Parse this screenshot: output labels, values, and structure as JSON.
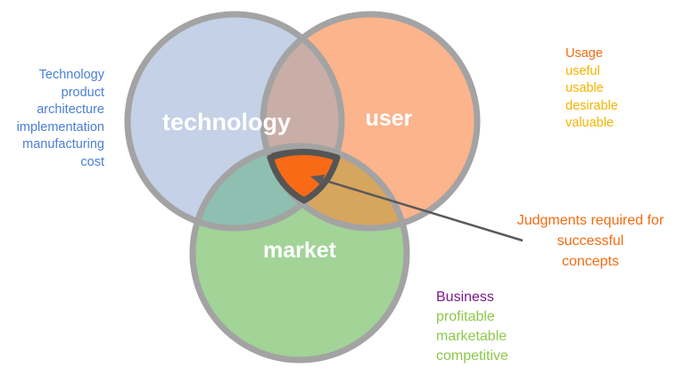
{
  "circles": {
    "technology": {
      "label": "technology",
      "fill": "#c4d1e6",
      "stroke": "#a3a3a3"
    },
    "user": {
      "label": "user",
      "fill": "#fbb48c",
      "stroke": "#a3a3a3"
    },
    "market": {
      "label": "market",
      "fill": "#a2d397",
      "stroke": "#a3a3a3"
    }
  },
  "center_fill": "#f96a17",
  "technology_list": {
    "items": [
      "Technology",
      "product",
      "architecture",
      "implementation",
      "manufacturing",
      "cost"
    ],
    "color": "#4a7fd4"
  },
  "usage_list": {
    "heading": "Usage",
    "items": [
      "useful",
      "usable",
      "desirable",
      "valuable"
    ]
  },
  "business_list": {
    "heading": "Business",
    "items": [
      "profitable",
      "marketable",
      "competitive"
    ]
  },
  "judgment": {
    "lines": [
      "Judgments required for",
      "successful",
      "concepts"
    ]
  }
}
